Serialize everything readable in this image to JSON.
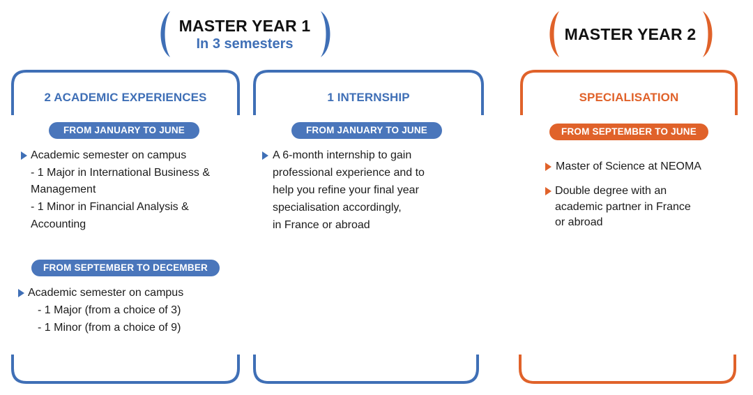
{
  "colors": {
    "blue": "#3f6fb6",
    "blue_pill": "#4a76bb",
    "orange": "#e0622a",
    "text": "#1b1b1b"
  },
  "headers": {
    "master1": {
      "title": "MASTER YEAR 1",
      "subtitle": "In 3 semesters"
    },
    "master2": {
      "title": "MASTER YEAR 2"
    }
  },
  "columns": [
    {
      "title": "2 ACADEMIC EXPERIENCES",
      "blocks": [
        {
          "period": "FROM JANUARY TO JUNE",
          "lines": [
            "Academic semester on campus",
            "- 1 Major in International Business &",
            "Management",
            "- 1 Minor in Financial Analysis &",
            "Accounting"
          ]
        },
        {
          "period": "FROM SEPTEMBER TO DECEMBER",
          "lines": [
            "Academic semester on campus",
            "- 1 Major (from a choice of 3)",
            "- 1 Minor (from a choice of 9)"
          ]
        }
      ]
    },
    {
      "title": "1 INTERNSHIP",
      "blocks": [
        {
          "period": "FROM JANUARY TO JUNE",
          "lines": [
            "A 6-month internship to gain",
            "professional experience and to",
            "help you refine your final year",
            "specialisation accordingly,",
            "in France or abroad"
          ]
        }
      ]
    },
    {
      "title": "SPECIALISATION",
      "blocks": [
        {
          "period": "FROM SEPTEMBER TO JUNE",
          "items": [
            {
              "lines": [
                "Master of Science at NEOMA"
              ]
            },
            {
              "lines": [
                "Double degree with an",
                "academic partner in France",
                "or abroad"
              ]
            }
          ]
        }
      ]
    }
  ]
}
